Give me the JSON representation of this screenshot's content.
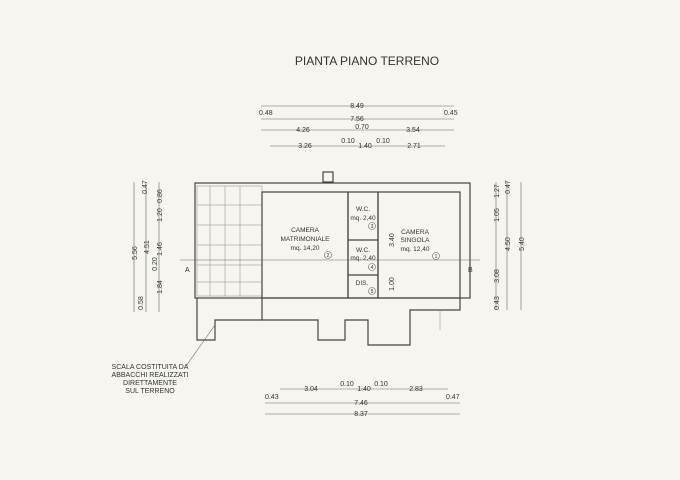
{
  "title": "PIANTA PIANO TERRENO",
  "top_dims": {
    "total": "8.49",
    "left_margin": "0.48",
    "inner": "7.56",
    "right_margin": "0.45",
    "row3": [
      "4.26",
      "0.70",
      "3.54"
    ],
    "row4": [
      "3.26",
      "0.10",
      "1.40",
      "0.10",
      "2.71"
    ]
  },
  "bottom_dims": {
    "row1": [
      "3.04",
      "0.10",
      "1.40",
      "0.10",
      "2.83"
    ],
    "left_margin": "0.43",
    "inner": "7.46",
    "right_margin": "0.47",
    "total": "8.37"
  },
  "left_dims": {
    "total": "5.56",
    "top": "0.47",
    "inner": "4.51",
    "bottom": "0.58",
    "parts": [
      "0.86",
      "1.20",
      "1.46",
      "0.20",
      "1.84"
    ]
  },
  "right_dims": {
    "total": "5.40",
    "top": "0.47",
    "inner": "4.50",
    "bottom": "0.43",
    "parts": [
      "1.27",
      "1.05",
      "3.08"
    ]
  },
  "inner_dims": [
    "3.40",
    "1.00"
  ],
  "rooms": [
    {
      "name": "CAMERA",
      "name2": "MATRIMONIALE",
      "area": "mq. 14,20",
      "num": "2"
    },
    {
      "name": "W.C.",
      "area": "mq. 2,40",
      "num": "3"
    },
    {
      "name": "W.C.",
      "area": "mq. 2,40",
      "num": "4"
    },
    {
      "name": "DIS.",
      "num": "5"
    },
    {
      "name": "CAMERA",
      "name2": "SINGOLA",
      "area": "mq. 12,40",
      "num": "1"
    }
  ],
  "section_marks": [
    "A",
    "B"
  ],
  "note": [
    "SCALA COSTITUITA DA",
    "ABBACCHI REALIZZATI",
    "DIRETTAMENTE",
    "SUL TERRENO"
  ]
}
